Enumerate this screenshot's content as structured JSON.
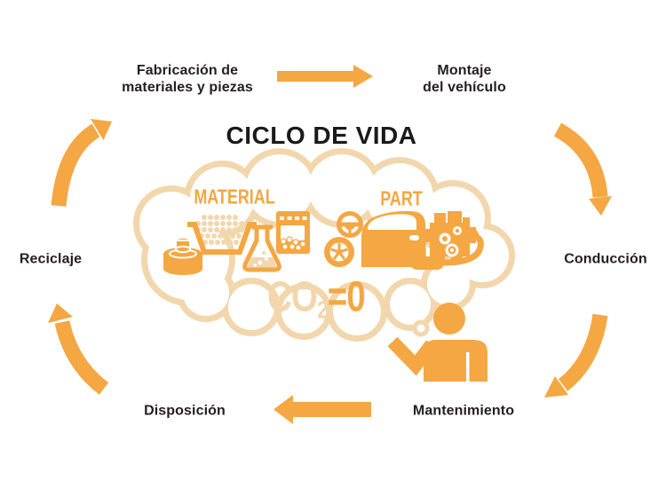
{
  "title": "CICLO DE VIDA",
  "stages": {
    "fabricacion": "Fabricación de\nmateriales y piezas",
    "montaje": "Montaje\ndel vehículo",
    "conduccion": "Conducción",
    "mantenimiento": "Mantenimiento",
    "disposicion": "Disposición",
    "reciclaje": "Reciclaje"
  },
  "thought_cloud": {
    "material_label": "MATERIAL",
    "part_label": "PART",
    "co2_base": "CO",
    "co2_subscript": "2",
    "co2_result": "=0"
  },
  "icons": [
    "rubber-bale-icon",
    "pellet-basket-icon",
    "chemical-flask-icon",
    "pellet-bag-icon",
    "steering-wheel-icon",
    "tire-icon",
    "car-door-icon",
    "engine-icon",
    "exhaust-icon",
    "person-icon",
    "thought-bubble-icon",
    "arrow-icons"
  ],
  "colors": {
    "accent_orange": "#F4A742",
    "light_tan": "#F2D6AC",
    "text_black": "#231F20",
    "background": "#FFFFFF"
  }
}
